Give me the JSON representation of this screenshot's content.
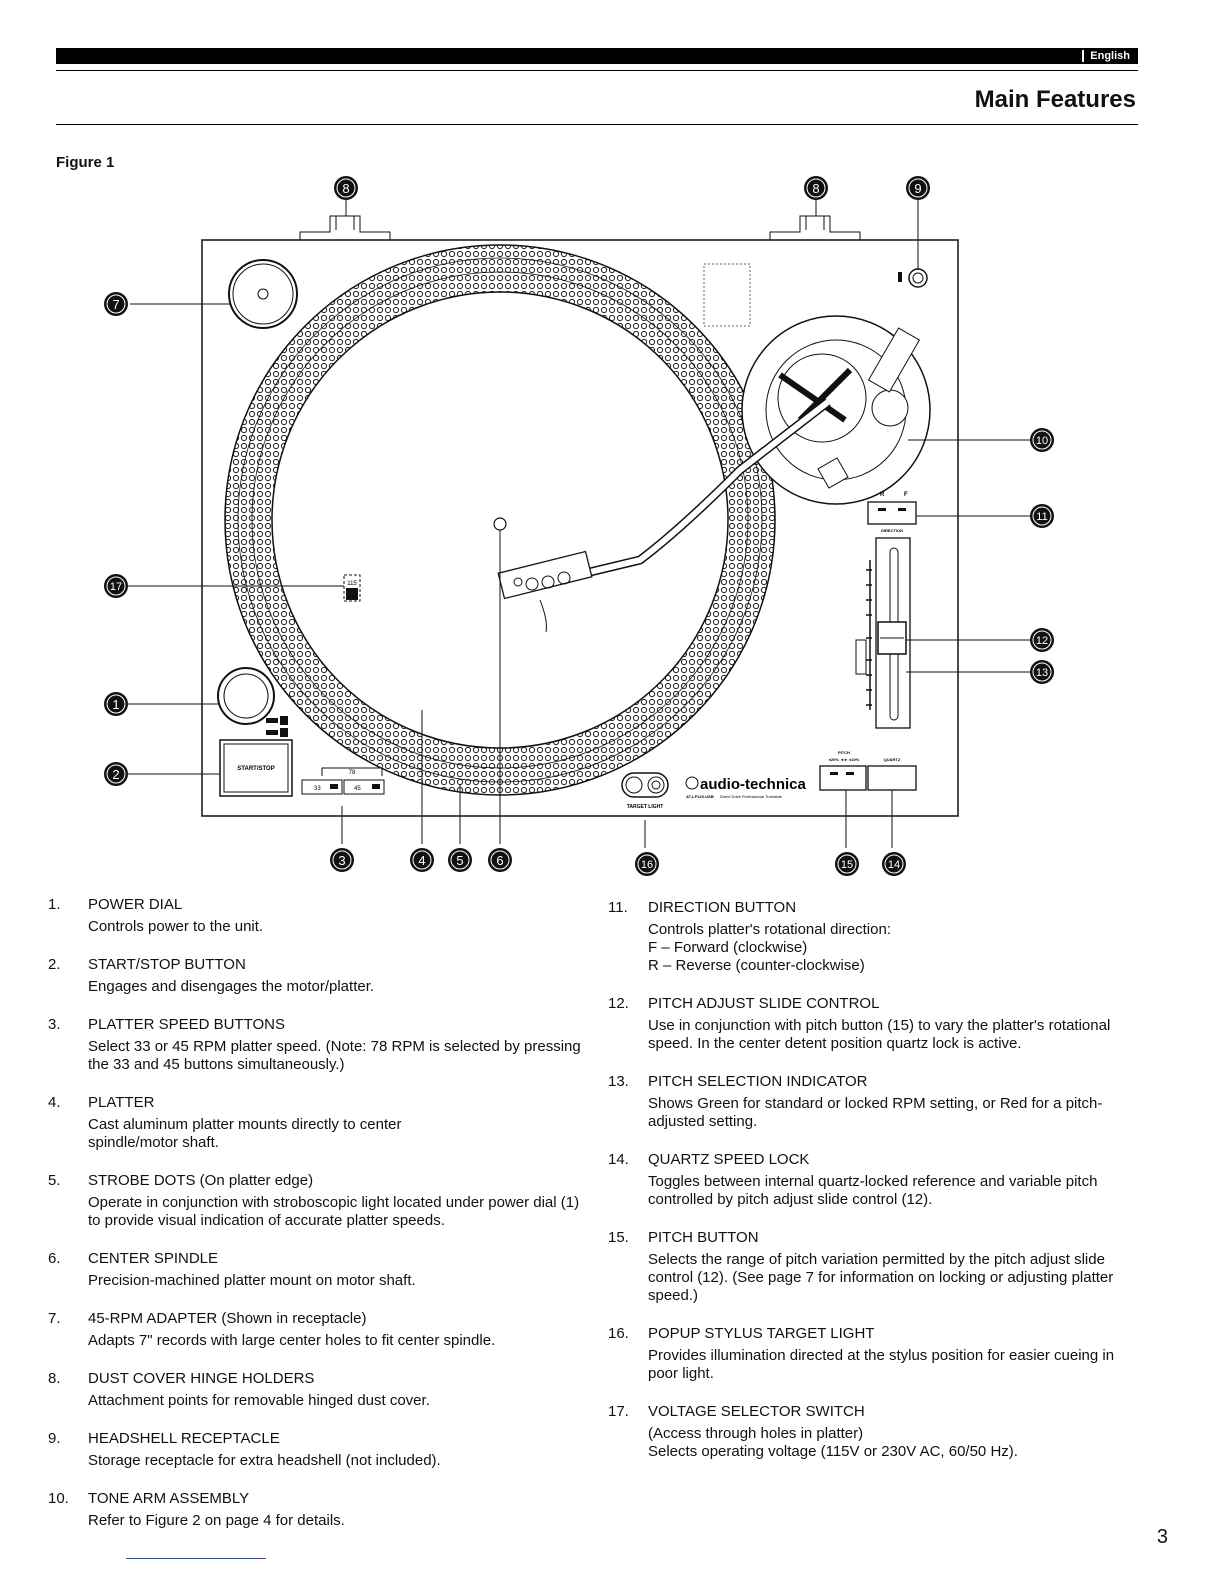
{
  "header": {
    "language": "English",
    "title": "Main Features"
  },
  "figure": {
    "label": "Figure 1",
    "callouts": [
      "1",
      "2",
      "3",
      "4",
      "5",
      "6",
      "7",
      "8",
      "8",
      "9",
      "10",
      "11",
      "12",
      "13",
      "14",
      "15",
      "16",
      "17"
    ],
    "panel": {
      "start_stop": "START/STOP",
      "speed_78": "78",
      "speed_33": "33",
      "speed_45": "45",
      "target_light": "TARGET LIGHT",
      "brand": "audio-technica",
      "model": "AT-LP120-USB",
      "model_sub": "Direct Drive Professional Turntable",
      "direction": "DIRECTION",
      "dir_r": "R",
      "dir_f": "F",
      "pitch": "PITCH",
      "pitch_range": "±20% ◄► ±10%",
      "quartz": "QUARTZ",
      "voltage": "115"
    }
  },
  "items_left": [
    {
      "num": "1.",
      "title": "POWER DIAL",
      "desc": [
        "Controls power to the unit."
      ]
    },
    {
      "num": "2.",
      "title": "START/STOP BUTTON",
      "desc": [
        "Engages and disengages the motor/platter."
      ]
    },
    {
      "num": "3.",
      "title": "PLATTER SPEED BUTTONS",
      "desc": [
        "Select 33 or 45 RPM platter speed. (Note: 78 RPM is selected by pressing the 33 and 45 buttons simultaneously.)"
      ]
    },
    {
      "num": "4.",
      "title": "PLATTER",
      "desc": [
        "Cast aluminum platter mounts directly to center spindle/motor shaft."
      ]
    },
    {
      "num": "5.",
      "title": "STROBE DOTS (On platter edge)",
      "desc": [
        "Operate in conjunction with stroboscopic light located under power dial (1) to provide visual indication of accurate platter speeds."
      ]
    },
    {
      "num": "6.",
      "title": "CENTER SPINDLE",
      "desc": [
        "Precision-machined platter mount on motor shaft."
      ]
    },
    {
      "num": "7.",
      "title": "45-RPM ADAPTER (Shown in receptacle)",
      "desc": [
        "Adapts 7\" records with large center holes to fit center spindle."
      ]
    },
    {
      "num": "8.",
      "title": "DUST COVER HINGE HOLDERS",
      "desc": [
        "Attachment points for removable hinged dust cover."
      ]
    },
    {
      "num": "9.",
      "title": "HEADSHELL RECEPTACLE",
      "desc": [
        "Storage receptacle for extra headshell (not included)."
      ]
    },
    {
      "num": "10.",
      "title": "TONE ARM ASSEMBLY",
      "desc": [
        "Refer to Figure 2 on page 4 for details."
      ]
    }
  ],
  "items_right": [
    {
      "num": "11.",
      "title": "DIRECTION BUTTON",
      "desc": [
        "Controls platter's rotational direction:",
        "F – Forward (clockwise)",
        "R – Reverse (counter-clockwise)"
      ]
    },
    {
      "num": "12.",
      "title": "PITCH ADJUST SLIDE CONTROL",
      "desc": [
        "Use in conjunction with pitch button (15) to vary the platter's rotational speed. In the center detent position quartz lock is active."
      ]
    },
    {
      "num": "13.",
      "title": "PITCH SELECTION INDICATOR",
      "desc": [
        "Shows Green for standard or locked RPM setting, or Red for a pitch-adjusted setting."
      ]
    },
    {
      "num": "14.",
      "title": "QUARTZ SPEED LOCK",
      "desc": [
        "Toggles between internal quartz-locked reference and variable pitch controlled by pitch adjust slide control (12)."
      ]
    },
    {
      "num": "15.",
      "title": "PITCH BUTTON",
      "desc": [
        "Selects the range of pitch variation permitted by the pitch adjust slide control (12). (See page 7 for information on locking or adjusting platter speed.)"
      ]
    },
    {
      "num": "16.",
      "title": "POPUP STYLUS TARGET LIGHT",
      "desc": [
        "Provides illumination directed at the stylus position for easier cueing in poor light."
      ]
    },
    {
      "num": "17.",
      "title": "VOLTAGE SELECTOR SWITCH",
      "desc": [
        "(Access through holes in platter)",
        "Selects operating voltage (115V or 230V AC, 60/50 Hz)."
      ]
    }
  ],
  "page_number": "3"
}
